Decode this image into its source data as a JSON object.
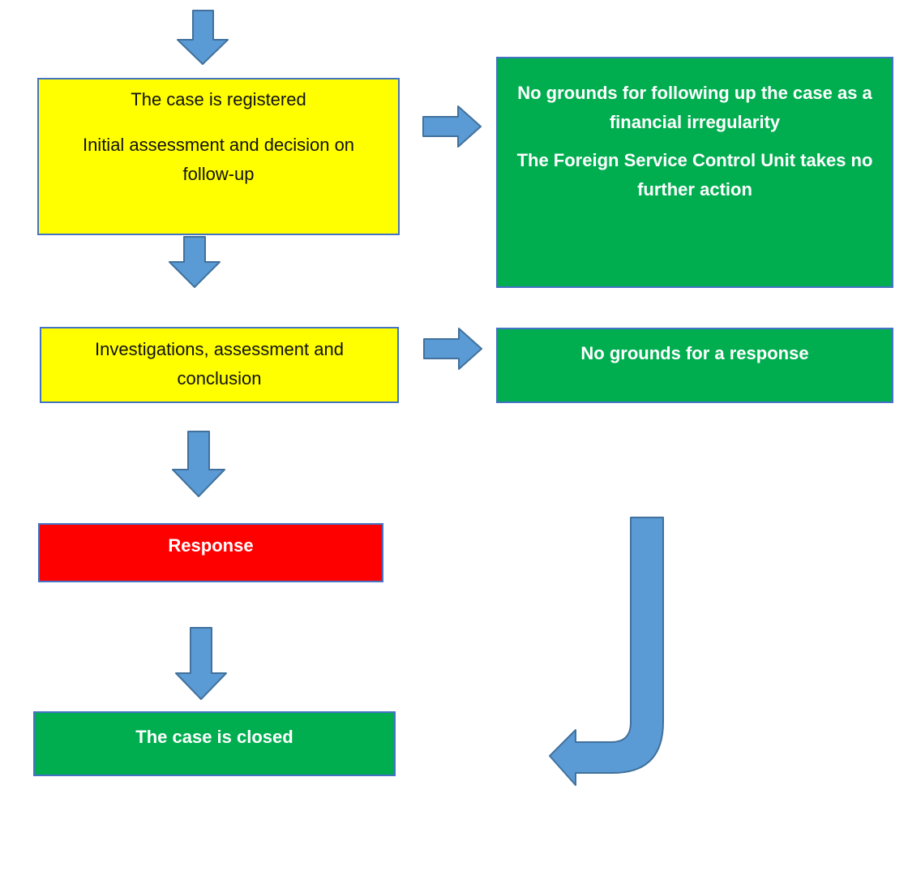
{
  "colors": {
    "background": "#ffffff",
    "yellow_fill": "#ffff00",
    "green_fill": "#00ae50",
    "red_fill": "#ff0000",
    "border_blue": "#4472c4",
    "arrow_fill": "#5b9bd5",
    "arrow_border": "#41719c",
    "text_dark": "#111111",
    "text_light": "#ffffff"
  },
  "nodes": {
    "case_registered": {
      "p1": [
        "The case is registered"
      ],
      "p2": [
        "Initial assessment and decision on",
        "follow-up"
      ]
    },
    "no_grounds_followup": {
      "p1": [
        "No grounds for following up the case as a",
        "financial irregularity"
      ],
      "p2": [
        "The Foreign Service Control Unit takes no",
        "further action"
      ]
    },
    "investigations": {
      "p1": [
        "Investigations, assessment and",
        "conclusion"
      ]
    },
    "no_grounds_response": {
      "p1": [
        "No grounds for a response"
      ]
    },
    "response": {
      "p1": [
        "Response"
      ]
    },
    "case_closed": {
      "p1": [
        "The case is closed"
      ]
    }
  },
  "icons": {
    "down_arrow": "down-arrow",
    "right_arrow": "right-arrow",
    "bent_arrow": "bent-down-left-arrow"
  }
}
